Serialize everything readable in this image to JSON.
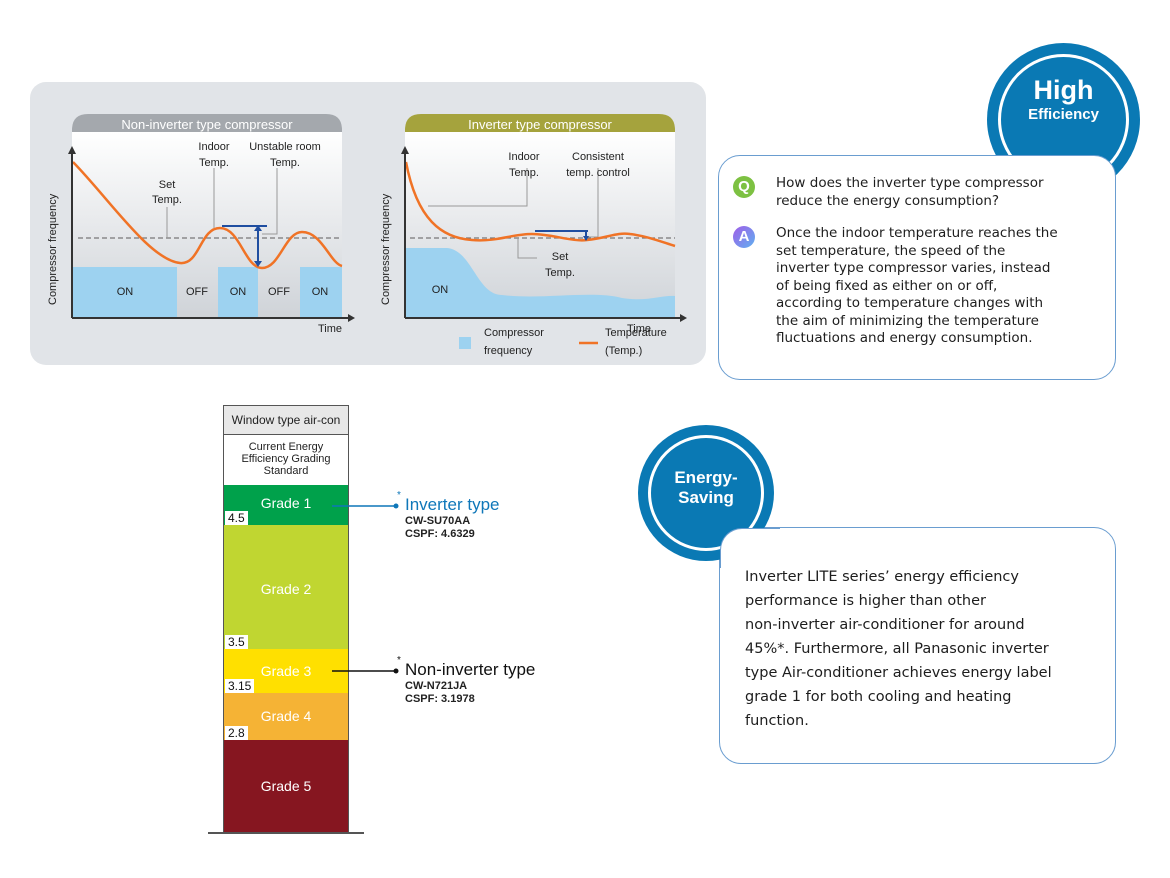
{
  "non_inverter_chart": {
    "title": "Non-inverter type compressor",
    "y_axis_label": "Compressor frequency",
    "x_axis_label": "Time",
    "annotations": {
      "set_temp": [
        "Set",
        "Temp."
      ],
      "indoor_temp": [
        "Indoor",
        "Temp."
      ],
      "unstable": [
        "Unstable room",
        "Temp."
      ]
    },
    "states": [
      "ON",
      "OFF",
      "ON",
      "OFF",
      "ON"
    ],
    "header_color": "#a4a8ad"
  },
  "inverter_chart": {
    "title": "Inverter type compressor",
    "y_axis_label": "Compressor frequency",
    "x_axis_label": "Time",
    "annotations": {
      "indoor_temp": [
        "Indoor",
        "Temp."
      ],
      "consistent": [
        "Consistent",
        "temp. control"
      ],
      "set_temp": [
        "Set",
        "Temp."
      ]
    },
    "state_label": "ON",
    "header_color": "#a5a33d"
  },
  "legend": {
    "compressor": [
      "Compressor",
      "frequency"
    ],
    "temperature": [
      "Temperature",
      "(Temp.)"
    ]
  },
  "colors": {
    "temperature_line": "#f07326",
    "compressor_fill": "#9dd2f0",
    "highlight": "#1f4ea0",
    "brand_blue": "#0a79b4",
    "q_green": "#7dc142",
    "a_purple": "#8a6de8"
  },
  "high_efficiency": {
    "badge_line1": "High",
    "badge_line2": "Efficiency",
    "q_icon": "Q",
    "a_icon": "A",
    "question": [
      "How does the inverter type compressor",
      "reduce the energy consumption?"
    ],
    "answer": [
      "Once the indoor temperature reaches the",
      "set temperature, the speed of the",
      "inverter type compressor varies, instead",
      "of being fixed as either on or off,",
      "according to temperature changes with",
      "the aim of minimizing the temperature",
      "fluctuations and energy consumption."
    ]
  },
  "grading": {
    "header": "Window type air-con",
    "subheader": [
      "Current Energy",
      "Efficiency Grading",
      "Standard"
    ],
    "grades": [
      {
        "label": "Grade 1",
        "threshold": "4.5",
        "color": "#00a14b"
      },
      {
        "label": "Grade 2",
        "threshold": "3.5",
        "color": "#c0d631"
      },
      {
        "label": "Grade 3",
        "threshold": "3.15",
        "color": "#ffe000"
      },
      {
        "label": "Grade 4",
        "threshold": "2.8",
        "color": "#f5b335"
      },
      {
        "label": "Grade 5",
        "threshold": "",
        "color": "#861620"
      }
    ],
    "inverter": {
      "asterisk": "*",
      "title": "Inverter type",
      "model": "CW-SU70AA",
      "cspf": "CSPF: 4.6329",
      "color": "#0f77b9"
    },
    "non_inverter": {
      "asterisk": "*",
      "title": "Non-inverter type",
      "model": "CW-N721JA",
      "cspf": "CSPF: 3.1978",
      "color": "#111111"
    }
  },
  "energy_saving": {
    "badge_line1": "Energy-",
    "badge_line2": "Saving",
    "text": [
      "Inverter LITE series’ energy efficiency",
      "performance is higher than other",
      "non-inverter air-conditioner for around",
      "45%*. Furthermore, all Panasonic inverter",
      "type Air-conditioner achieves energy label",
      "grade 1 for both cooling and heating",
      "function."
    ]
  }
}
